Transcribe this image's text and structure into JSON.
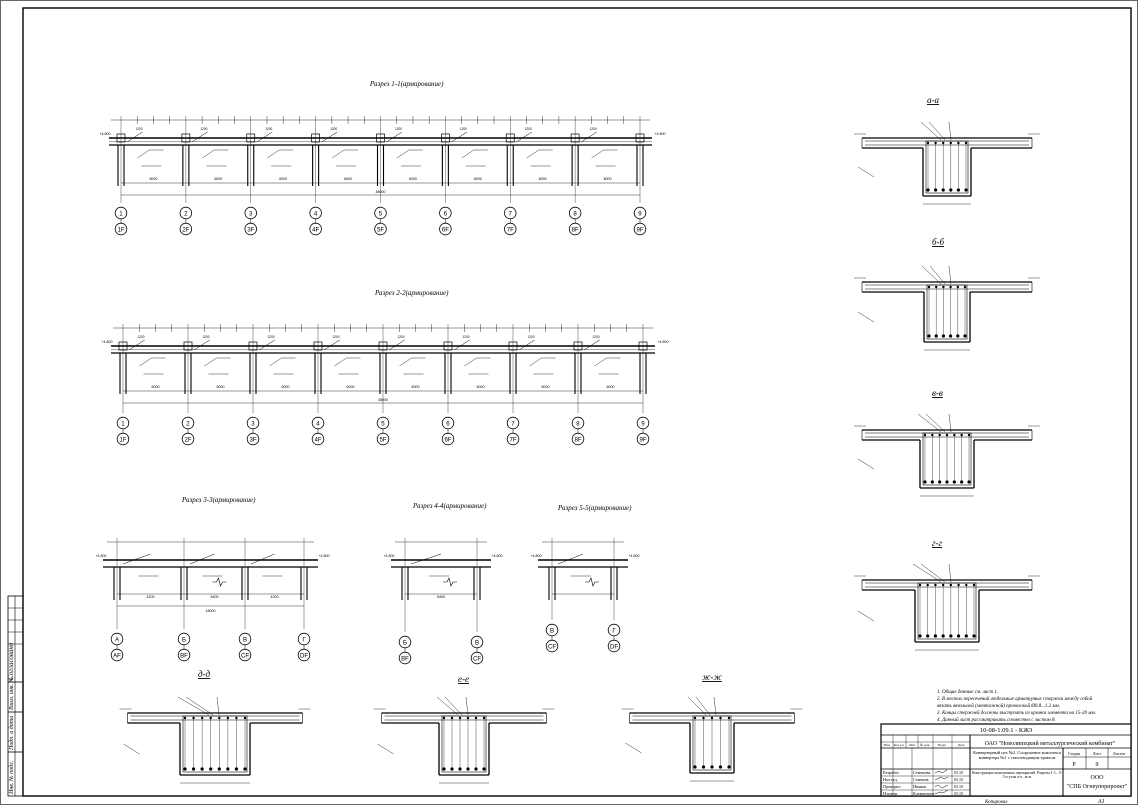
{
  "titles": {
    "razrez_1": "Разрез 1-1(армирование)",
    "razrez_2": "Разрез 2-2(армирование)",
    "razrez_3": "Разрез 3-3(армирование)",
    "razrez_4": "Разрез 4-4(армирование)",
    "razrez_5": "Разрез 5-5(армирование)",
    "sec_a": "а-а",
    "sec_b": "б-б",
    "sec_v": "в-в",
    "sec_g": "г-г",
    "sec_d": "д-д",
    "sec_e": "е-е",
    "sec_zh": "ж-ж"
  },
  "axes": {
    "row1": [
      "1",
      "2",
      "3",
      "4",
      "5",
      "6",
      "7",
      "8",
      "9"
    ],
    "row1_sub": [
      "1F",
      "2F",
      "3F",
      "4F",
      "5F",
      "6F",
      "7F",
      "8F",
      "9F"
    ],
    "row2": [
      "1",
      "2",
      "3",
      "4",
      "5",
      "6",
      "7",
      "8",
      "9"
    ],
    "row2_sub": [
      "1F",
      "2F",
      "3F",
      "4F",
      "5F",
      "6F",
      "7F",
      "8F",
      "9F"
    ],
    "row3": [
      "А",
      "Б",
      "В",
      "Г"
    ],
    "row3_sub": [
      "AF",
      "BF",
      "CF",
      "DF"
    ],
    "row4": [
      "Б",
      "В"
    ],
    "row4_sub": [
      "BF",
      "CF"
    ],
    "row5": [
      "В",
      "Г"
    ],
    "row5_sub": [
      "CF",
      "DF"
    ]
  },
  "dims": {
    "span": "6000",
    "total": "48000",
    "level": "+4.800",
    "small": "1200",
    "r3_a": "4200",
    "r3_b": "5400",
    "r3_total": "18000",
    "r4": "5400"
  },
  "notes": [
    "1. Общие данные см. лист 1.",
    "2. В местах пересечений отдельные арматурные стержни между собой",
    "вязать вязальной (монтажной) проволокой Ø0.8...1.2 мм.",
    "3. Концы стержней должны выступать из кромки элемента на 15-20 мм.",
    "4. Данный лист рассматривать совместно с листом 8."
  ],
  "stamp": {
    "code": "10-08-1.09.1 - КЖЗ",
    "company": "ОАО \"Новолипецкий металлургический комбинат\"",
    "header_cols": [
      "Изм.",
      "Кол.уч.",
      "Лист",
      "№ док.",
      "Подп.",
      "Дата"
    ],
    "object": "Конвертерный цех №2. Сооружение комплекса конвертера №1 с газоотводящим трактом",
    "sheet_title": "Конструкции монолитных перекрытий. Разрезы 1-1...5-5 и узлы а-а...ж-ж",
    "stadiya_label": "Стадия",
    "list_label": "Лист",
    "listov_label": "Листов",
    "stadiya": "Р",
    "list": "9",
    "listov": "",
    "roles": [
      "Разработ.",
      "Нач.отд.",
      "Проверил",
      "Н.контр."
    ],
    "names": [
      "Семенова",
      "Семенов",
      "Иванов",
      "Клементьев"
    ],
    "dates": [
      "03.10",
      "03.10",
      "03.10",
      "03.10"
    ],
    "org_1": "ООО",
    "org_2": "\"СПБ Огнеупорпроект\"",
    "format_label": "Копировал",
    "format": "А1"
  },
  "side_stamp": {
    "labels": [
      "Согласовано",
      "Взам. инв. №",
      "Подп. и дата",
      "Инв. № подл."
    ]
  }
}
